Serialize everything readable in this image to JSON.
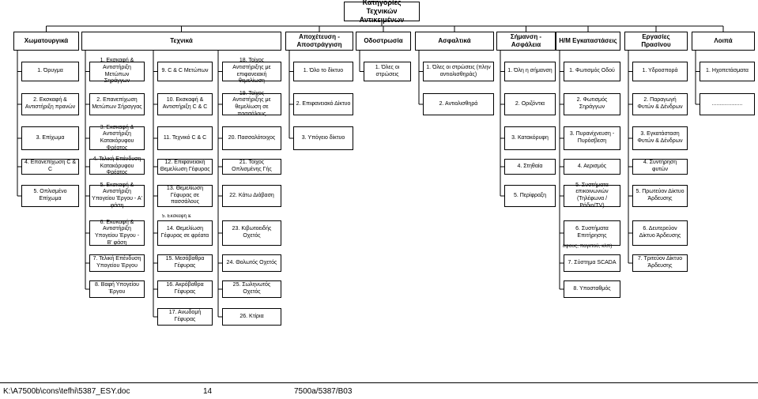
{
  "root": "Κατηγορίες Τεχνικών Αντικειμένων",
  "columns": [
    {
      "header": "Χωματουργικά",
      "items": [
        "1. Όρυγμα",
        "2. Εκσκαφή & Αντιστήριξη πρανών",
        "3. Επίχωμα",
        "4. Επανεπίχωση C & C",
        "5. Οπλισμένο Επίχωμα"
      ]
    },
    {
      "header": "Τεχνικά",
      "items": [
        "1. Εκσκαφή & Αντιστήριξη Μετώπων Σηράγγων",
        "2. Επανεπίχωση Μετώπων Σήραγγας",
        "3. Εκσκαφή & Αντιστήριξη Κατακόρυφου Φρέατος",
        "4. Τελική Επένδυση Κατακόρυφου Φρέατος",
        "5. Εκσκαφή & Αντιστήριξη Υπογείου Έργου - Α' φάση",
        "6. Εκσκαφή & Αντιστήριξη Υπογείου Έργου - Β' φάση",
        "7. Τελική Επένδυση Υπογείου Έργου",
        "8. Βαφή Υπογείου Έργου"
      ]
    },
    {
      "header": "",
      "items": [
        "9. C & C Μετώπων",
        "10. Εκσκαφή & Αντιστήριξη C & C",
        "11. Τεχνικό C & C",
        "12. Επιφανειακή Θεμελίωση Γέφυρας",
        "13. Θεμελίωση Γέφυρας σε πασσάλους",
        "14. Θεμελίωση Γέφυρας σε φρέατα",
        "15. Μεσόβαθρα Γέφυρας",
        "16. Ακρόβαθρα Γέφυρας",
        "17. Ανωδομή Γέφυρας"
      ]
    },
    {
      "header": "",
      "items": [
        "18. Τοίχος Αντιστήριξης με επιφανειακή θεμελίωση",
        "19. Τοίχος Αντιστήριξης με θεμελίωση σε πασσάλους",
        "20. Πασσαλότοιχος",
        "21. Τοίχος Οπλισμένης Γής",
        "22. Κάτω Διάβαση",
        "23. Κιβωτοειδής Οχετός",
        "24. Θολωτός Οχετός",
        "25. Σωληνωτός Οχετός",
        "26. Κτίρια"
      ]
    },
    {
      "header": "Αποχέτευση - Αποστράγγιση",
      "items": [
        "1. Όλο το δίκτυο",
        "2. Επιφανειακό Δίκτυο",
        "3. Υπόγειο δίκτυο"
      ]
    },
    {
      "header": "Οδοστρωσία",
      "items": [
        "1. Όλες οι στρώσεις"
      ]
    },
    {
      "header": "Ασφαλτικά",
      "items": [
        "1. Όλες οι στρώσεις (πλην αντιολισθηράς)",
        "2. Αντιολισθηρά"
      ]
    },
    {
      "header": "Σήμανση - Ασφάλεια",
      "items": [
        "1. Όλη η σήμανση",
        "2. Οριζόντια",
        "3. Κατακόρυφη",
        "4. Στηθαία",
        "5. Περίφραξη"
      ]
    },
    {
      "header": "Η/Μ Εγκαταστάσεις",
      "items": [
        "1. Φωτισμός Οδού",
        "2. Φωτισμός Σηράγγων",
        "3. Πυρανίχνευση - Πυρόσβεση",
        "4. Αερισμός",
        "5. Συστήματα επικοινωνιών (Τηλέφωνα /Ράδιο/TV)",
        "6. Συστήματα Επιτήρησης",
        "7. Σύστημα SCADA",
        "8. Υποσταθμός"
      ]
    },
    {
      "header": "Εργασίες Πρασίνου",
      "items": [
        "1. Υδροσπορά",
        "2. Παραγωγή Φυτών & Δένδρων",
        "3. Εγκατάσταση Φυτών & Δένδρων",
        "4. Συντήρηση φυτών",
        "5. Πρωτεύον Δίκτυο Άρδευσης",
        "6. Δευτερεύον Δίκτυο Άρδευσης",
        "7. Τριτεύον Δίκτυο Άρδευσης"
      ]
    },
    {
      "header": "Λοιπά",
      "items": [
        "1. Ηχοπετάσματα",
        "...................."
      ]
    }
  ],
  "overflow_fragments": {
    "col2": "5. Εκσκαφή &",
    "col8": "ύψους, παγετού, κλπ)"
  },
  "footer": {
    "path": "K:\\A7500b\\cons\\tefhi\\5387_ESY.doc",
    "page": "14",
    "code": "7500a/5387/B03"
  }
}
